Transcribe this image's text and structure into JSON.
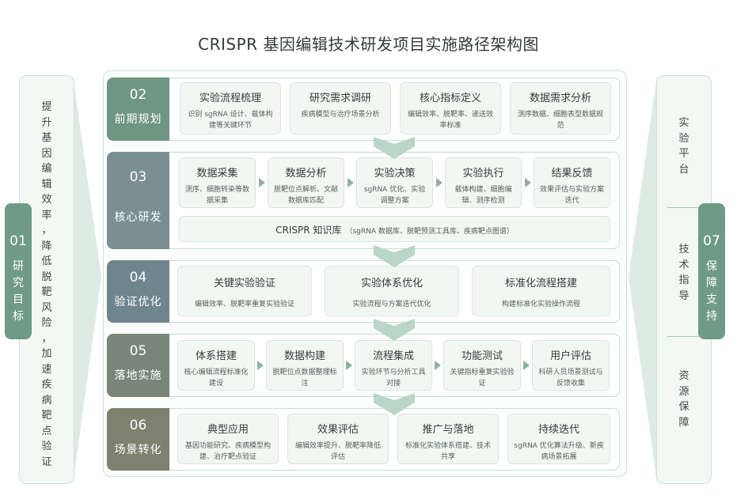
{
  "title": "CRISPR 基因编辑技术研发项目实施路径架构图",
  "left_panel": {
    "badge_num": "01",
    "badge_chars": [
      "研",
      "究",
      "目",
      "标"
    ],
    "text_chars": [
      "提",
      "升",
      "基",
      "因",
      "编",
      "辑",
      "效",
      "率",
      "，",
      "降",
      "低",
      "脱",
      "靶",
      "风",
      "险",
      "，",
      "加",
      "速",
      "疾",
      "病",
      "靶",
      "点",
      "验",
      "证"
    ]
  },
  "right_panel": {
    "badge_num": "07",
    "badge_chars": [
      "保",
      "障",
      "支",
      "持"
    ],
    "group1": [
      "实",
      "验",
      "平",
      "台"
    ],
    "group2": [
      "技",
      "术",
      "指",
      "导"
    ],
    "group3": [
      "资",
      "源",
      "保",
      "障"
    ]
  },
  "colors": {
    "stage02": "#6f9583",
    "stage03": "#7b8f92",
    "stage04": "#6f858e",
    "stage05": "#7a8579",
    "stage06": "#7e8070",
    "accent": "#6e9a86"
  },
  "stages": [
    {
      "num": "02",
      "name": "前期规划",
      "cards": [
        {
          "title": "实验流程梳理",
          "desc": "识别 sgRNA 设计、载体构建等关键环节"
        },
        {
          "title": "研究需求调研",
          "desc": "疾病模型与治疗场景分析"
        },
        {
          "title": "核心指标定义",
          "desc": "编辑效率、脱靶率、递送效率标准"
        },
        {
          "title": "数据需求分析",
          "desc": "测序数据、细胞表型数据规范"
        }
      ]
    },
    {
      "num": "03",
      "name": "核心研发",
      "cards": [
        {
          "title": "数据采集",
          "desc": "测序、细胞转染等数据采集"
        },
        {
          "title": "数据分析",
          "desc": "脱靶位点解析、文献数据库匹配"
        },
        {
          "title": "实验决策",
          "desc": "sgRNA 优化、实验调整方案"
        },
        {
          "title": "实验执行",
          "desc": "载体构建、细胞编辑、测序检测"
        },
        {
          "title": "结果反馈",
          "desc": "效果评估与实验方案迭代"
        }
      ],
      "kb_title": "CRISPR 知识库",
      "kb_desc": "（sgRNA 数据库、脱靶预测工具库、疾病靶点图谱）"
    },
    {
      "num": "04",
      "name": "验证优化",
      "cards": [
        {
          "title": "关键实验验证",
          "desc": "编辑效率、脱靶率重复实验验证"
        },
        {
          "title": "实验体系优化",
          "desc": "实验流程与方案迭代优化"
        },
        {
          "title": "标准化流程搭建",
          "desc": "构建标准化实验操作流程"
        }
      ]
    },
    {
      "num": "05",
      "name": "落地实施",
      "cards": [
        {
          "title": "体系搭建",
          "desc": "核心编辑流程标准化建设"
        },
        {
          "title": "数据构建",
          "desc": "脱靶位点数据整理标注"
        },
        {
          "title": "流程集成",
          "desc": "实验环节与分析工具对接"
        },
        {
          "title": "功能测试",
          "desc": "关键指标重复实验验证"
        },
        {
          "title": "用户评估",
          "desc": "科研人员场景测试与反馈收集"
        }
      ]
    },
    {
      "num": "06",
      "name": "场景转化",
      "cards": [
        {
          "title": "典型应用",
          "desc": "基因功能研究、疾病模型构建、治疗靶点验证"
        },
        {
          "title": "效果评估",
          "desc": "编辑效率提升、脱靶率降低评估"
        },
        {
          "title": "推广与落地",
          "desc": "标准化实验体系搭建、技术共享"
        },
        {
          "title": "持续迭代",
          "desc": "sgRNA 优化算法升级、新疾病场景拓展"
        }
      ]
    }
  ]
}
